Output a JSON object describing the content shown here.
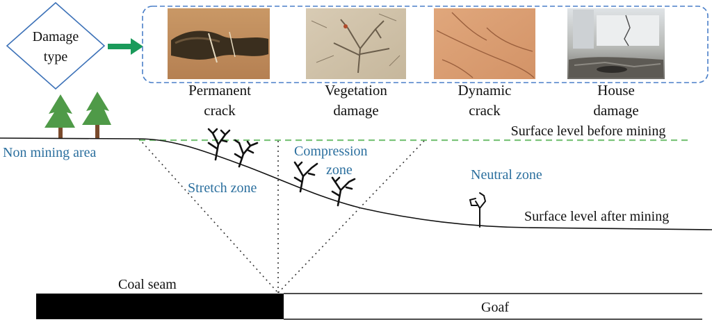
{
  "damage_box": {
    "line1": "Damage",
    "line2": "type"
  },
  "photos": [
    {
      "id": "permanent-crack",
      "line1": "Permanent",
      "line2": "crack"
    },
    {
      "id": "vegetation-damage",
      "line1": "Vegetation",
      "line2": "damage"
    },
    {
      "id": "dynamic-crack",
      "line1": "Dynamic",
      "line2": "crack"
    },
    {
      "id": "house-damage",
      "line1": "House",
      "line2": "damage"
    }
  ],
  "labels": {
    "surface_before": "Surface level before mining",
    "surface_after": "Surface level after mining",
    "non_mining": "Non mining area",
    "stretch": "Stretch zone",
    "compression1": "Compression",
    "compression2": "zone",
    "neutral": "Neutral zone",
    "coal_seam": "Coal seam",
    "goaf": "Goaf"
  },
  "colors": {
    "zone_text": "#2b6f9e",
    "arrow": "#1a9a5a",
    "dashed_box": "#4a7fc8",
    "dashed_level": "#7cc47a",
    "tree_green": "#4f9a48"
  }
}
